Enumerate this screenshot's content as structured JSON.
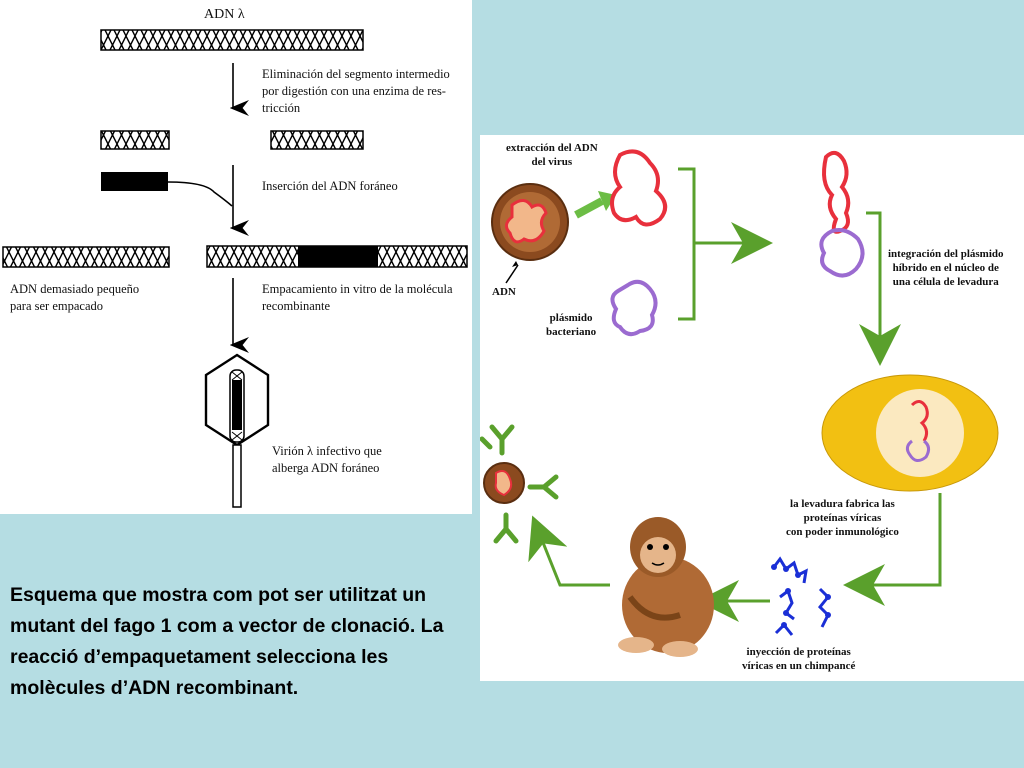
{
  "left_diagram": {
    "title": "ADN λ",
    "step1": "Eliminación del segmento intermedio\npor digestión con una enzima de res-\ntricción",
    "step2": "Inserción del ADN foráneo",
    "too_small": "ADN demasiado pequeño\npara ser empacado",
    "step3": "Empacamiento in vitro de la molécula\nrecombinante",
    "virion": "Virión λ infectivo que\nalberga ADN foráneo"
  },
  "right_diagram": {
    "extraction": "extracción del ADN\ndel virus",
    "adn": "ADN",
    "plasmid": "plásmido\nbacteriano",
    "integration": "integración del plásmido\nhíbrido en el núcleo de\nuna célula de levadura",
    "yeast": "la levadura fabrica las\nproteínas víricas\ncon poder inmunológico",
    "injection": "inyección de proteínas\nvíricas en un chimpancé"
  },
  "caption": "Esquema que mostra com pot ser utilitzat un mutant del fago 1 com a vector de clonació. La reacció d’empaquetament selecciona les molècules d’ADN recombinant.",
  "colors": {
    "background": "#b5dde3",
    "arrow_green": "#5aa02c",
    "virus_red": "#e8303c",
    "plasmid_purple": "#9b6bd0",
    "yeast_yellow": "#f2c012",
    "protein_blue": "#1a2fd6"
  }
}
